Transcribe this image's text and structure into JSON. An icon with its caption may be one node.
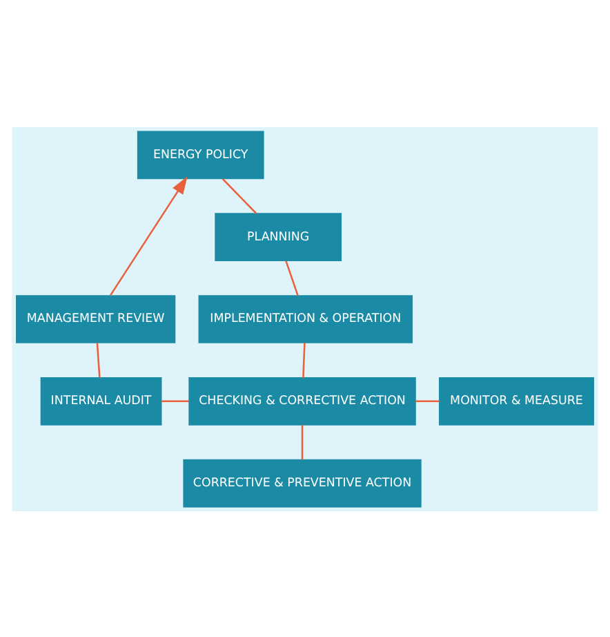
{
  "diagram": {
    "nodes": [
      {
        "text": [
          "ENERGY POLICY"
        ]
      },
      {
        "text": [
          "PLANNING"
        ]
      },
      {
        "text": [
          "MANAGEMENT REVIEW"
        ]
      },
      {
        "text": [
          "IMPLEMENTATION & OPERATION"
        ]
      },
      {
        "text": [
          "INTERNAL AUDIT"
        ]
      },
      {
        "text": [
          "CHECKING & CORRECTIVE ACTION"
        ]
      },
      {
        "text": [
          "MONITOR & MEASURE"
        ]
      },
      {
        "text": [
          "CORRECTIVE & PREVENTIVE ACTION"
        ]
      }
    ],
    "edges": [
      {
        "from": 0,
        "to": 1,
        "arrow": "none"
      },
      {
        "from": 1,
        "to": 3,
        "arrow": "none"
      },
      {
        "from": 3,
        "to": 5,
        "arrow": "none"
      },
      {
        "from": 5,
        "to": 7,
        "arrow": "none"
      },
      {
        "from": 4,
        "to": 5,
        "arrow": "none"
      },
      {
        "from": 5,
        "to": 6,
        "arrow": "none"
      },
      {
        "from": 4,
        "to": 2,
        "arrow": "none"
      },
      {
        "from": 2,
        "to": 0,
        "arrow": "to"
      }
    ]
  }
}
